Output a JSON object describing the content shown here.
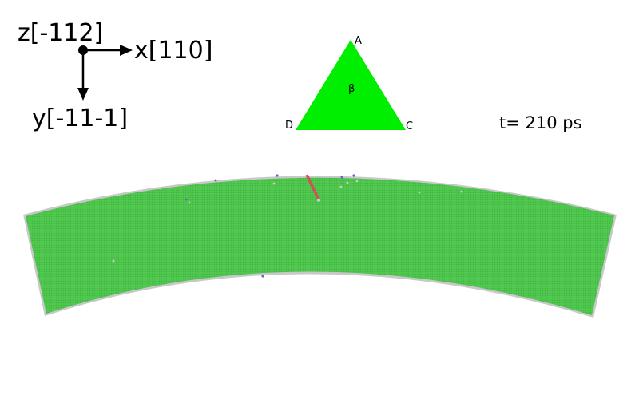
{
  "axes": {
    "z_label": "z[-112]",
    "x_label": "x[110]",
    "y_label": "y[-11-1]"
  },
  "thompson_tetrahedron": {
    "vertices": {
      "a": "A",
      "c": "C",
      "d": "D"
    },
    "face_label": "β",
    "face_color": "#00ee00"
  },
  "time": {
    "label": "t= 210 ps"
  },
  "specimen": {
    "atom_color": "#4fc94f",
    "surface_color": "#c8c8c8",
    "dislocation_color": "#cc5555",
    "defect_color": "#6666cc"
  }
}
